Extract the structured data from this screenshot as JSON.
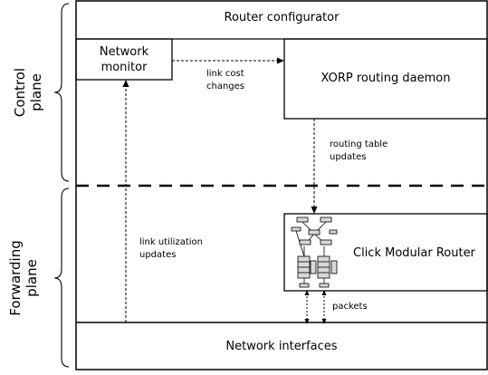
{
  "boxes": {
    "router_configurator": "Router configurator",
    "network_monitor_line1": "Network",
    "network_monitor_line2": "monitor",
    "xorp": "XORP routing daemon",
    "click": "Click Modular Router",
    "network_interfaces": "Network interfaces"
  },
  "edges": {
    "link_cost_line1": "link cost",
    "link_cost_line2": "changes",
    "routing_table_line1": "routing table",
    "routing_table_line2": "updates",
    "link_util_line1": "link utilization",
    "link_util_line2": "updates",
    "packets": "packets"
  },
  "planes": {
    "control_line1": "Control",
    "control_line2": "plane",
    "forwarding_line1": "Forwarding",
    "forwarding_line2": "plane"
  }
}
